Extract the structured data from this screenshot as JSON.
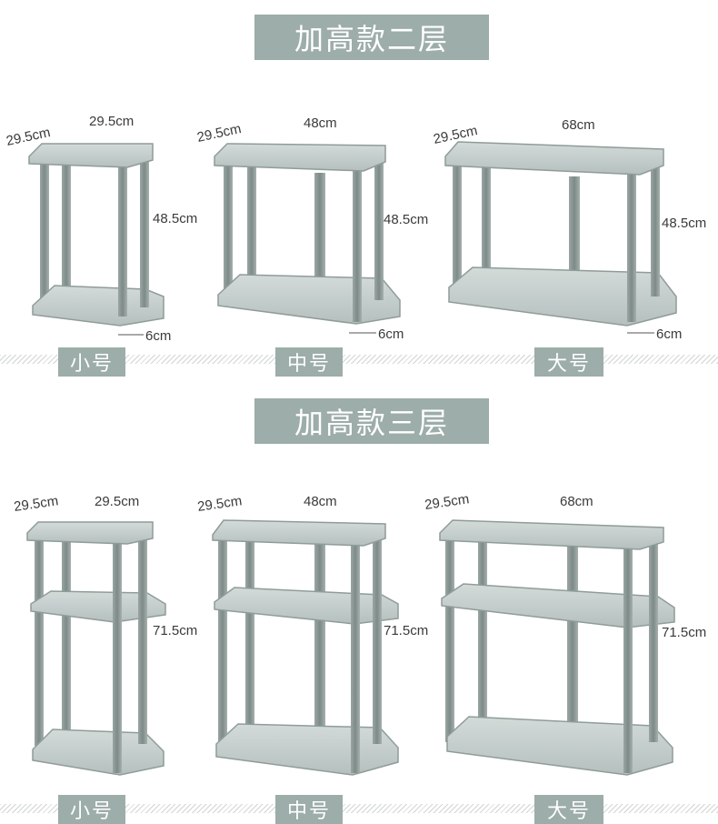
{
  "sections": [
    {
      "title": "加高款二层",
      "products": [
        {
          "size_label": "小号",
          "depth": "29.5cm",
          "width": "29.5cm",
          "height": "48.5cm",
          "gap": "6cm"
        },
        {
          "size_label": "中号",
          "depth": "29.5cm",
          "width": "48cm",
          "height": "48.5cm",
          "gap": "6cm"
        },
        {
          "size_label": "大号",
          "depth": "29.5cm",
          "width": "68cm",
          "height": "48.5cm",
          "gap": "6cm"
        }
      ]
    },
    {
      "title": "加高款三层",
      "products": [
        {
          "size_label": "小号",
          "depth": "29.5cm",
          "width": "29.5cm",
          "height": "71.5cm"
        },
        {
          "size_label": "中号",
          "depth": "29.5cm",
          "width": "48cm",
          "height": "71.5cm"
        },
        {
          "size_label": "大号",
          "depth": "29.5cm",
          "width": "68cm",
          "height": "71.5cm"
        }
      ]
    }
  ],
  "colors": {
    "banner": "#9dada9",
    "shelf": "#b9c4c2",
    "shelf_edge": "#8f9c99",
    "pole": "#8d9a97",
    "pole_dark": "#6f7b78"
  }
}
